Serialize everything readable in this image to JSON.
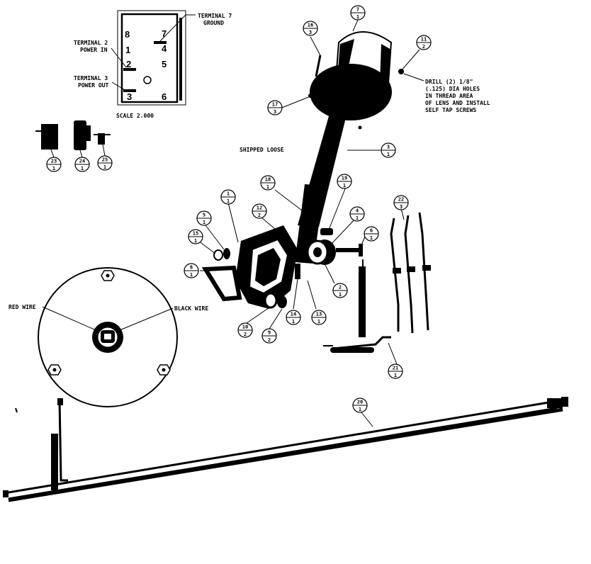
{
  "switch": {
    "terminal_numbers": [
      "8",
      "1",
      "2",
      "3",
      "7",
      "4",
      "5",
      "6"
    ],
    "terminal7_label": "TERMINAL 7",
    "terminal7_sub": "GROUND",
    "terminal2_label": "TERMINAL 2",
    "terminal2_sub": "POWER IN",
    "terminal3_label": "TERMINAL 3",
    "terminal3_sub": "POWER OUT",
    "scale": "SCALE  2.000"
  },
  "notes": {
    "drill": [
      "DRILL (2) 1/8\"",
      "(.125) DIA HOLES",
      "IN THREAD AREA",
      "OF LENS AND INSTALL",
      "SELF TAP SCREWS"
    ],
    "shipped_loose": "SHIPPED LOOSE"
  },
  "base": {
    "red_wire": "RED WIRE",
    "black_wire": "BLACK WIRE"
  },
  "balloons": [
    {
      "item": "7",
      "qty": "1"
    },
    {
      "item": "16",
      "qty": "3"
    },
    {
      "item": "11",
      "qty": "2"
    },
    {
      "item": "17",
      "qty": "3"
    },
    {
      "item": "3",
      "qty": "1"
    },
    {
      "item": "23",
      "qty": "1"
    },
    {
      "item": "24",
      "qty": "1"
    },
    {
      "item": "25",
      "qty": "1"
    },
    {
      "item": "18",
      "qty": "1"
    },
    {
      "item": "19",
      "qty": "1"
    },
    {
      "item": "1",
      "qty": "1"
    },
    {
      "item": "5",
      "qty": "1"
    },
    {
      "item": "12",
      "qty": "2"
    },
    {
      "item": "22",
      "qty": "3"
    },
    {
      "item": "4",
      "qty": "1"
    },
    {
      "item": "6",
      "qty": "1"
    },
    {
      "item": "15",
      "qty": "1"
    },
    {
      "item": "8",
      "qty": "1"
    },
    {
      "item": "2",
      "qty": "1"
    },
    {
      "item": "14",
      "qty": "1"
    },
    {
      "item": "13",
      "qty": "1"
    },
    {
      "item": "10",
      "qty": "2"
    },
    {
      "item": "9",
      "qty": "2"
    },
    {
      "item": "21",
      "qty": "1"
    },
    {
      "item": "20",
      "qty": "1"
    }
  ]
}
